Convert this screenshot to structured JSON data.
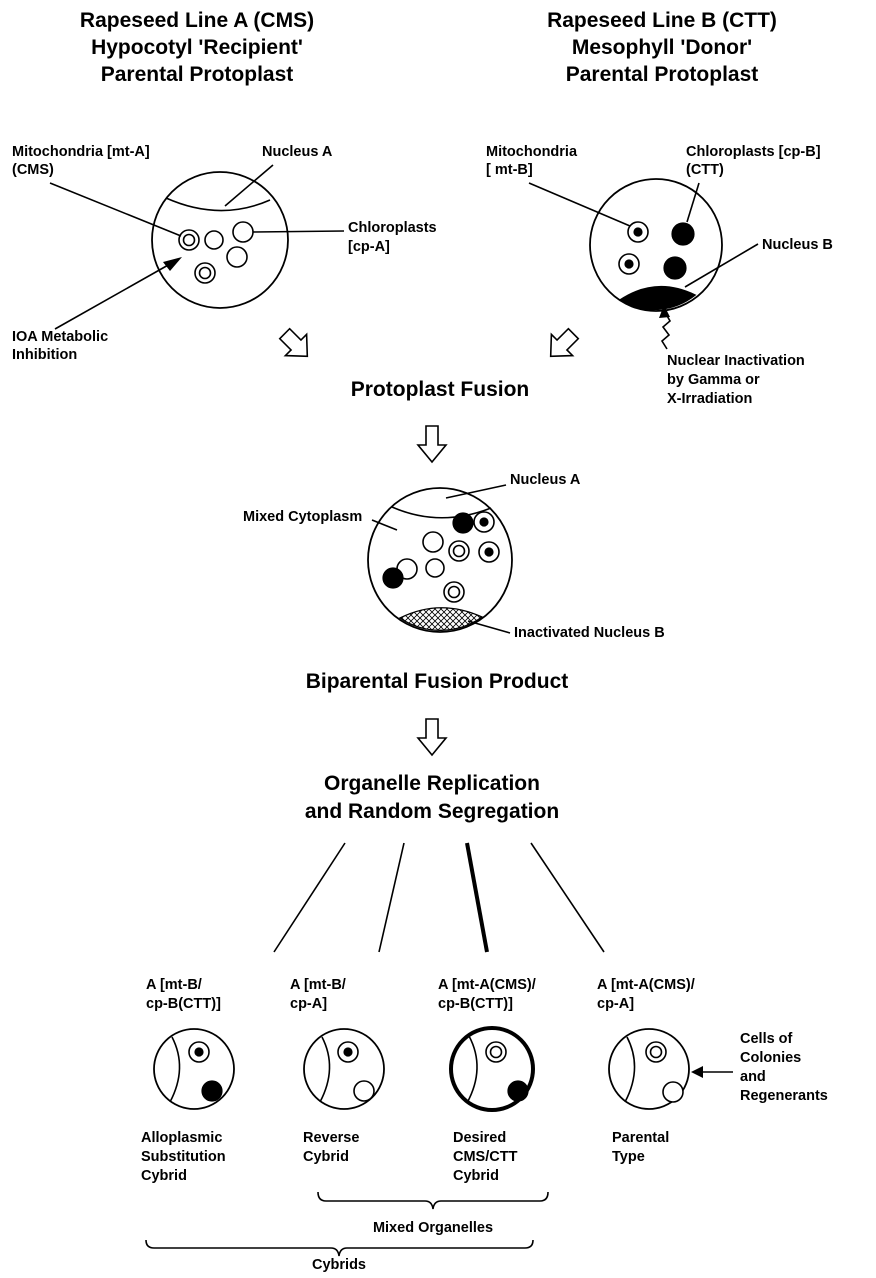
{
  "titles": {
    "line_a": [
      "Rapeseed Line A (CMS)",
      "Hypocotyl 'Recipient'",
      "Parental Protoplast"
    ],
    "line_b": [
      "Rapeseed Line B (CTT)",
      "Mesophyll 'Donor'",
      "Parental Protoplast"
    ]
  },
  "cell_a": {
    "mito_label": [
      "Mitochondria [mt-A]",
      "(CMS)"
    ],
    "nucleus_label": "Nucleus A",
    "chloro_label": [
      "Chloroplasts",
      "[cp-A]"
    ],
    "inhibition_label": [
      "IOA Metabolic",
      "Inhibition"
    ]
  },
  "cell_b": {
    "mito_label": [
      "Mitochondria",
      "[ mt-B]"
    ],
    "chloro_label": [
      "Chloroplasts [cp-B]",
      "(CTT)"
    ],
    "nucleus_label": "Nucleus B",
    "inactivation_label": [
      "Nuclear Inactivation",
      "by Gamma or",
      "X-Irradiation"
    ]
  },
  "steps": {
    "fusion": "Protoplast Fusion",
    "product": "Biparental Fusion Product",
    "segregation": [
      "Organelle Replication",
      "and Random Segregation"
    ]
  },
  "fused_cell": {
    "nucleus_label": "Nucleus A",
    "cytoplasm_label": "Mixed Cytoplasm",
    "inactivated_label": "Inactivated Nucleus B"
  },
  "outcomes": [
    {
      "formula": [
        "A [mt-B/",
        "cp-B(CTT)]"
      ],
      "name": [
        "Alloplasmic",
        "Substitution",
        "Cybrid"
      ]
    },
    {
      "formula": [
        "A [mt-B/",
        "cp-A]"
      ],
      "name": [
        "Reverse",
        "Cybrid"
      ]
    },
    {
      "formula": [
        "A [mt-A(CMS)/",
        "cp-B(CTT)]"
      ],
      "name": [
        "Desired",
        "CMS/CTT",
        "Cybrid"
      ]
    },
    {
      "formula": [
        "A [mt-A(CMS)/",
        "cp-A]"
      ],
      "name": [
        "Parental",
        "Type"
      ]
    }
  ],
  "cells_note": [
    "Cells of",
    "Colonies",
    "and",
    "Regenerants"
  ],
  "brackets": {
    "mixed": "Mixed Organelles",
    "cybrids": "Cybrids"
  }
}
